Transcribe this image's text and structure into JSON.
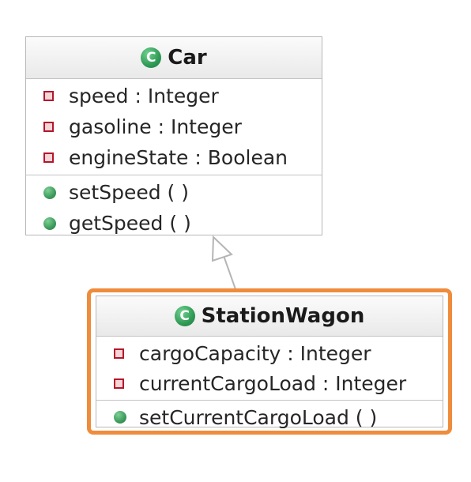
{
  "diagram": {
    "classes": [
      {
        "name": "Car",
        "badge": "C",
        "attributes": [
          {
            "text": "speed : Integer",
            "visibility": "private"
          },
          {
            "text": "gasoline : Integer",
            "visibility": "private"
          },
          {
            "text": "engineState : Boolean",
            "visibility": "private"
          }
        ],
        "operations": [
          {
            "text": "setSpeed ( )",
            "visibility": "public"
          },
          {
            "text": "getSpeed ( )",
            "visibility": "public"
          }
        ]
      },
      {
        "name": "StationWagon",
        "badge": "C",
        "attributes": [
          {
            "text": "cargoCapacity : Integer",
            "visibility": "private"
          },
          {
            "text": "currentCargoLoad : Integer",
            "visibility": "private"
          }
        ],
        "operations": [
          {
            "text": "setCurrentCargoLoad ( )",
            "visibility": "public"
          }
        ]
      }
    ],
    "relationship": {
      "type": "generalization",
      "from": "StationWagon",
      "to": "Car"
    },
    "colors": {
      "highlight": "#ef8c3c",
      "class_badge": "#2f9a55",
      "private_marker": "#b4162a",
      "public_marker": "#3c9a5b"
    },
    "icons": {
      "class_badge": "class-badge-icon",
      "private": "private-visibility-icon",
      "public": "public-visibility-icon"
    }
  }
}
